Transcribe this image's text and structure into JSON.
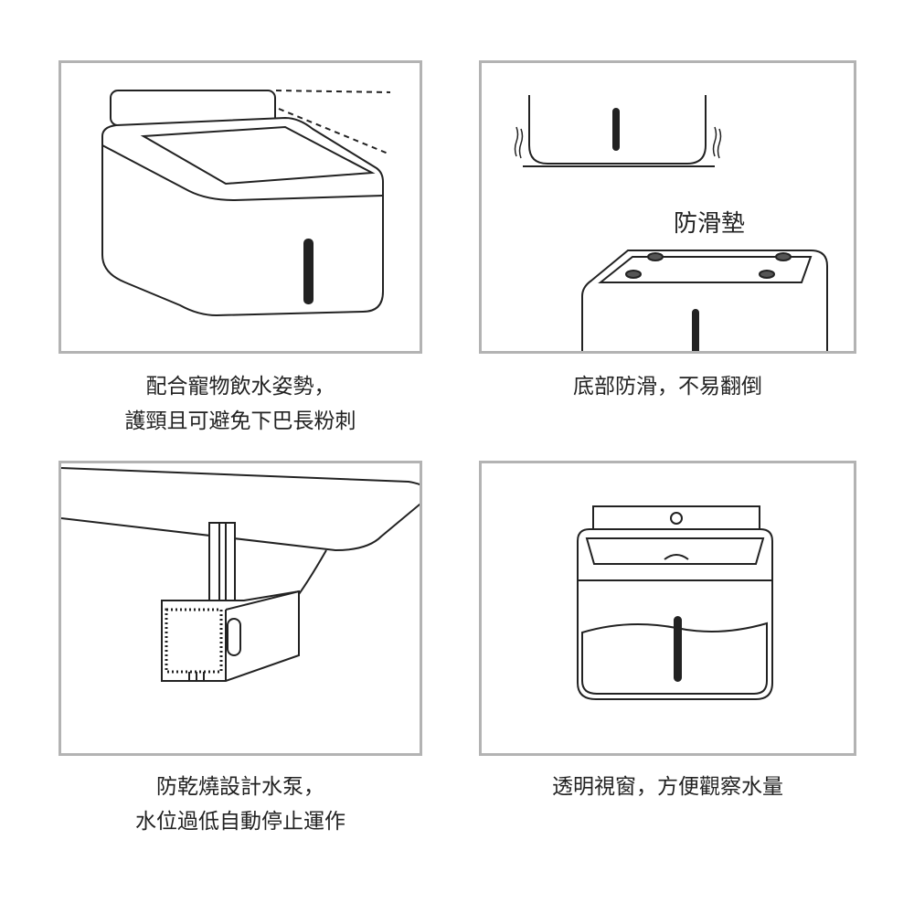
{
  "panels": [
    {
      "caption": [
        "配合寵物飲水姿勢，",
        "護頸且可避免下巴長粉刺"
      ]
    },
    {
      "caption": [
        "底部防滑，不易翻倒"
      ],
      "label": "防滑墊"
    },
    {
      "caption": [
        "防乾燒設計水泵，",
        "水位過低自動停止運作"
      ]
    },
    {
      "caption": [
        "透明視窗，方便觀察水量"
      ]
    }
  ]
}
